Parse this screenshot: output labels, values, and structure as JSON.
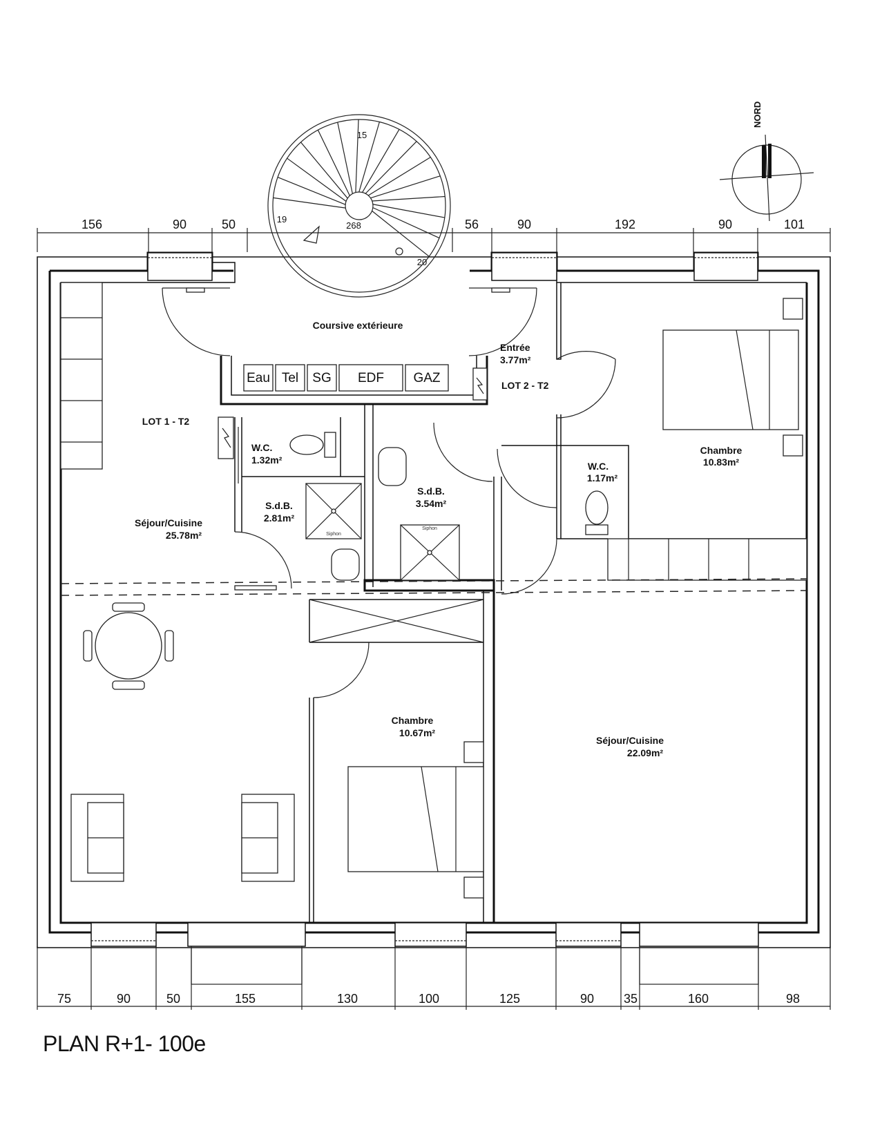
{
  "title": "PLAN R+1-  100e",
  "compass": {
    "label": "NORD",
    "icon": "north-arrow-icon"
  },
  "top_dimensions": [
    "156",
    "90",
    "50",
    "56",
    "90",
    "192",
    "90",
    "101"
  ],
  "bottom_dimensions": [
    "75",
    "90",
    "50",
    "155",
    "130",
    "100",
    "125",
    "90",
    "35",
    "160",
    "98"
  ],
  "stair": {
    "labels": [
      "15",
      "19",
      "268",
      "20"
    ]
  },
  "rooms": {
    "coursive": {
      "name": "Coursive extérieure"
    },
    "lot1": {
      "name": "LOT 1 - T2"
    },
    "lot2": {
      "name": "LOT 2 - T2"
    },
    "entree": {
      "name": "Entrée",
      "area": "3.77m²"
    },
    "wc1": {
      "name": "W.C.",
      "area": "1.32m²"
    },
    "sdb1": {
      "name": "S.d.B.",
      "area": "2.81m²"
    },
    "sdb2": {
      "name": "S.d.B.",
      "area": "3.54m²"
    },
    "wc2": {
      "name": "W.C.",
      "area": "1.17m²"
    },
    "chambre1": {
      "name": "Chambre",
      "area": "10.83m²"
    },
    "chambre2": {
      "name": "Chambre",
      "area": "10.67m²"
    },
    "sejour1": {
      "name": "Séjour/Cuisine",
      "area": "25.78m²"
    },
    "sejour2": {
      "name": "Séjour/Cuisine",
      "area": "22.09m²"
    }
  },
  "networks": [
    "Eau",
    "Tel",
    "SG",
    "EDF",
    "GAZ"
  ],
  "fixture_tags": {
    "siphon": "Siphon"
  }
}
